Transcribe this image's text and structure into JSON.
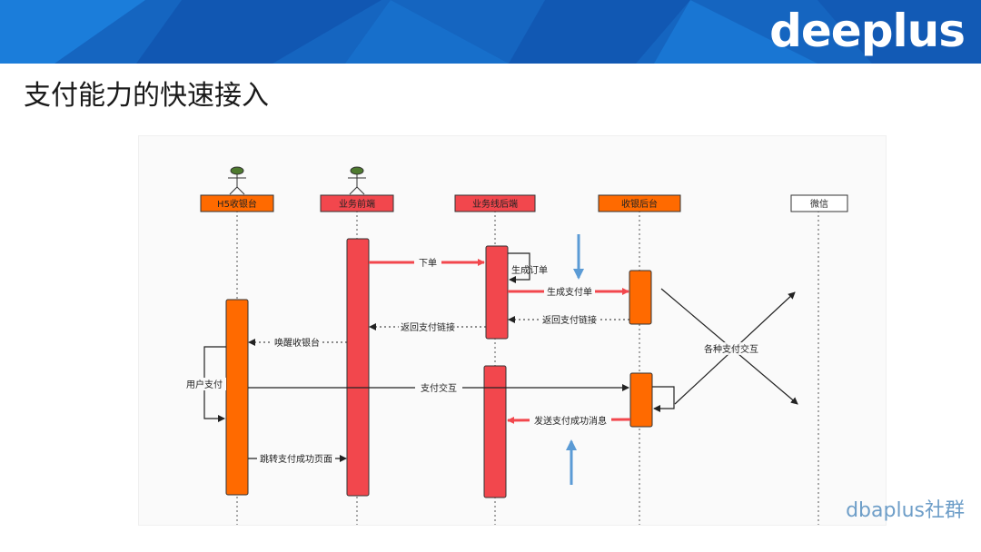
{
  "header": {
    "brand": "deeplus"
  },
  "slide": {
    "title": "支付能力的快速接入"
  },
  "diagram": {
    "participants": [
      {
        "label": "H5收银台",
        "fill": "#ff6a00"
      },
      {
        "label": "业务前端",
        "fill": "#f2474d"
      },
      {
        "label": "业务线后端",
        "fill": "#f2474d"
      },
      {
        "label": "收银后台",
        "fill": "#ff6a00"
      },
      {
        "label": "微信",
        "fill": "#ffffff"
      }
    ],
    "messages": {
      "order": "下单",
      "create_order": "生成订单",
      "create_pay_order": "生成支付单",
      "return_link_1": "返回支付链接",
      "return_link_2": "返回支付链接",
      "wake_cashier": "唤醒收银台",
      "user_pay": "用户支付",
      "pay_interact": "支付交互",
      "send_success": "发送支付成功消息",
      "jump_success": "跳转支付成功页面",
      "various": "各种支付交互"
    },
    "colors": {
      "red": "#f2474d",
      "orange": "#ff6a00",
      "blue": "#5b9bd5"
    }
  },
  "footer": {
    "watermark": "dbaplus社群"
  }
}
